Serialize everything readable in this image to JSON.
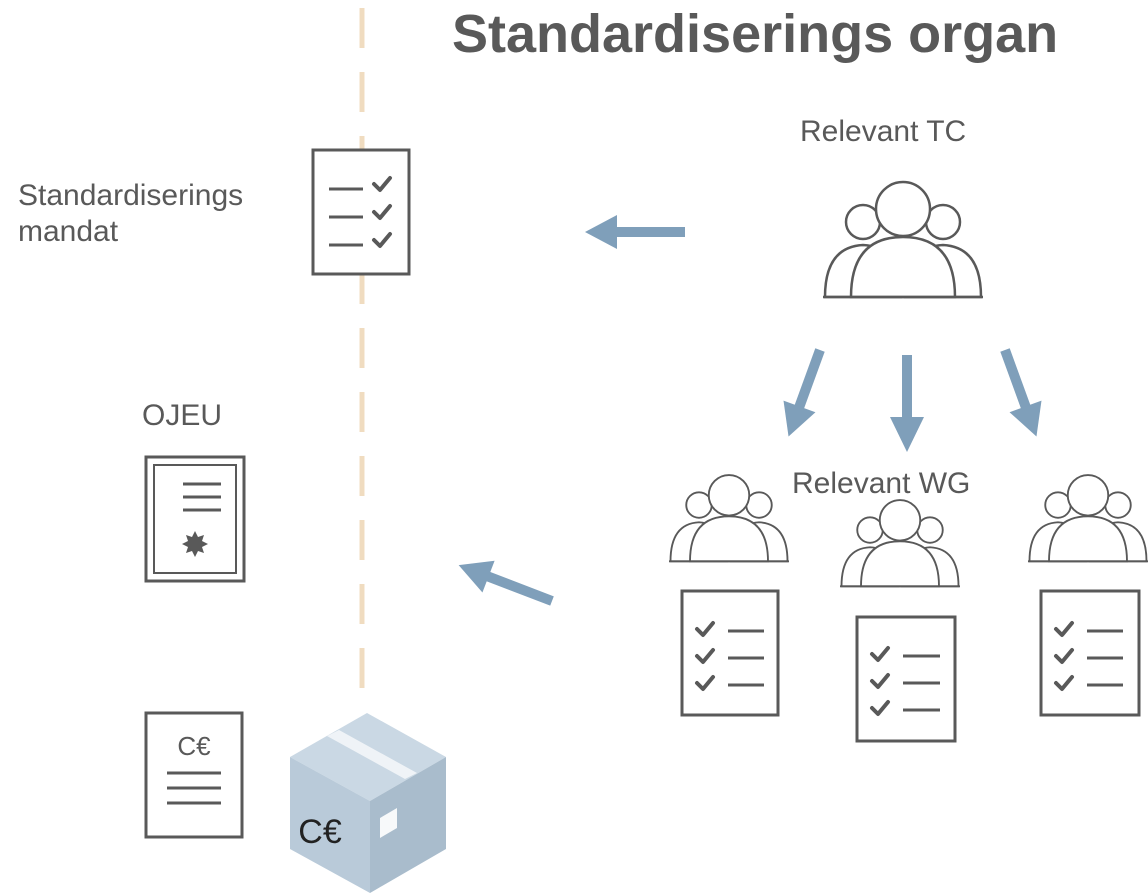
{
  "title": "Standardiserings organ",
  "labels": {
    "mandate": [
      "Standardiserings",
      "mandat"
    ],
    "ojeu": "OJEU",
    "relevant_tc": "Relevant TC",
    "relevant_wg": "Relevant WG"
  },
  "ce_mark": "C€",
  "colors": {
    "text": "#595959",
    "icon_stroke": "#595959",
    "arrow": "#7f9fba",
    "dashed_line": "#f0dcc0",
    "box_fill": "#b9cad9",
    "box_top": "#cad8e4",
    "box_dark": "#a9bccc"
  },
  "icons": [
    "checklist-icon",
    "certificate-icon",
    "group-icon",
    "document-icon",
    "package-icon",
    "arrow-icon"
  ]
}
